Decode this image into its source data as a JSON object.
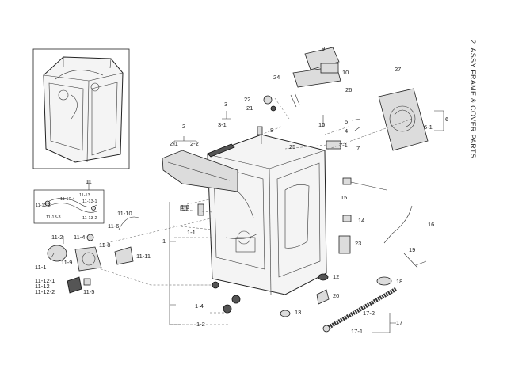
{
  "title": "2.   ASSY FRAME & COVER PARTS",
  "labels": {
    "l1": "1",
    "l1_1": "1-1",
    "l1_2": "1-2",
    "l1_3": "1-3",
    "l1_4": "1-4",
    "l2": "2",
    "l2_1": "2-1",
    "l2_2": "2-2",
    "l3": "3",
    "l3_1": "3-1",
    "l6": "6",
    "l6_1": "6-1",
    "l7_1": "7-1",
    "l7": "7",
    "l8": "8",
    "l9": "9",
    "l10a": "10",
    "l10b": "10",
    "l11": "11",
    "l11_1": "11-1",
    "l11_2": "11-2",
    "l11_4": "11-4",
    "l11_5": "11-5",
    "l11_6": "11-6",
    "l11_8": "11-8",
    "l11_9": "11-9",
    "l11_10": "11-10",
    "l11_11": "11-11",
    "l11_12": "11-12",
    "l11_12_1": "11-12-1",
    "l11_12_2": "11-12-2",
    "l11_13": "11-13",
    "l11_13_1": "11-13-1",
    "l11_13_2": "11-13-2",
    "l11_13_3": "11-13-3",
    "l11_10_4": "11-10-4",
    "l11_13_2b": "11-13-2",
    "l12": "12",
    "l13": "13",
    "l14": "14",
    "l15": "15",
    "l16": "16",
    "l17": "17",
    "l17_1": "17-1",
    "l17_2": "17-2",
    "l18": "18",
    "l19": "19",
    "l20": "20",
    "l21": "21",
    "l22": "22",
    "l23": "23",
    "l24": "24",
    "l25": "25",
    "l26": "26",
    "l27": "27",
    "l5": "5",
    "l4": "4"
  }
}
